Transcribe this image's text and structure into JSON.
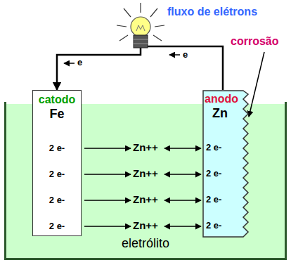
{
  "diagram": {
    "nodes": [
      {
        "text": [
          "eletrólito"
        ]
      },
      {
        "text": [
          "catodo",
          "Fe",
          "2 e-",
          "2 e-",
          "2 e-",
          "2 e-"
        ],
        "in": 0
      },
      {
        "text": [
          "anodo",
          "Zn",
          "2 e-",
          "2 e-",
          "2 e-",
          "2 e-"
        ],
        "in": 0
      }
    ],
    "edges": [
      {
        "from": 2,
        "to": 1,
        "arrow": "to",
        "label": "e"
      }
    ],
    "labels": [
      "fluxo de elétrons",
      "corrosão",
      "e",
      "Zn++",
      "Zn++",
      "Zn++",
      "Zn++"
    ]
  }
}
